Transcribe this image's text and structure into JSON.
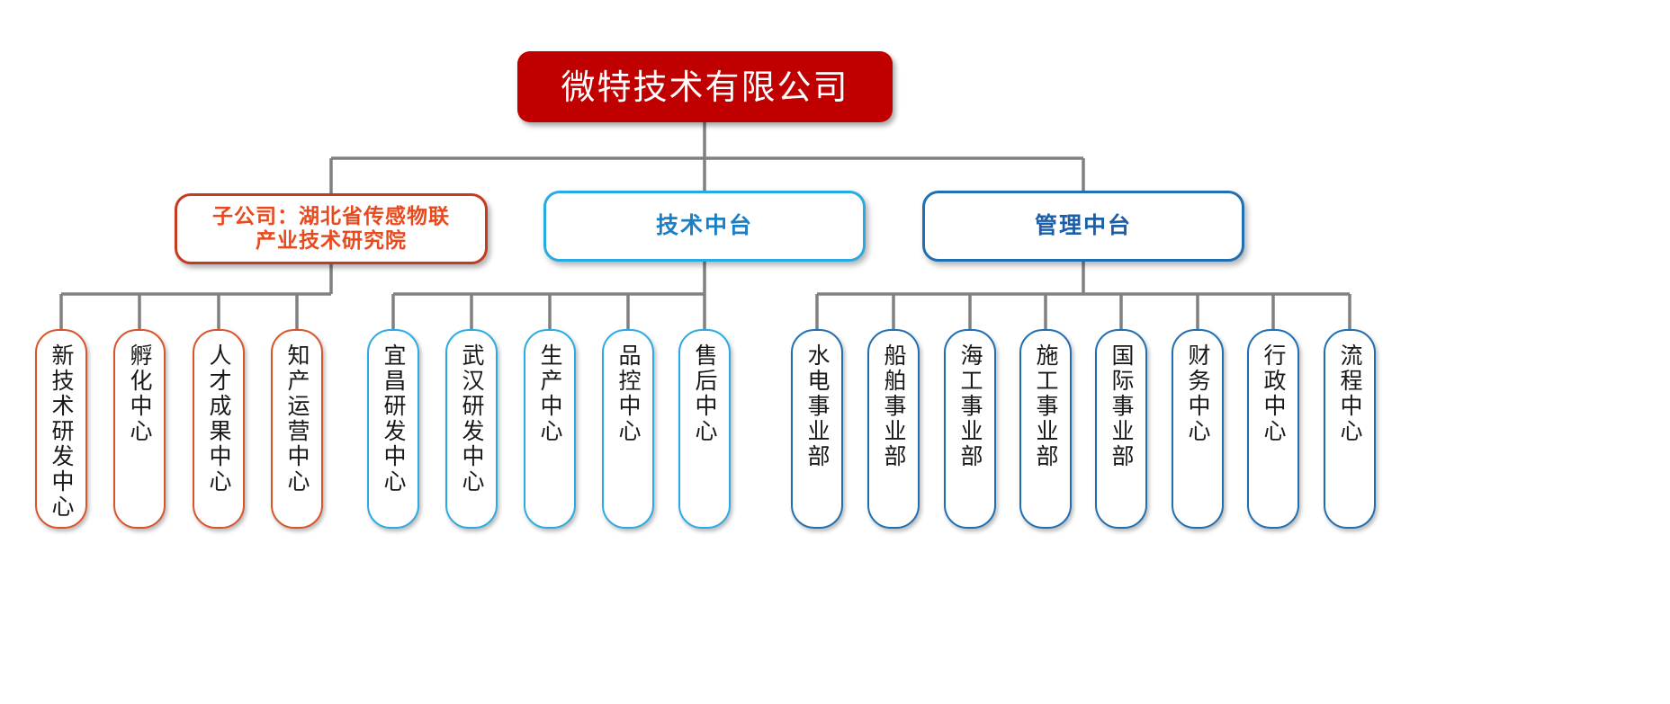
{
  "colors": {
    "root_fill": "#C00000",
    "root_text": "#FFFFFF",
    "subsidiary_border": "#C43B20",
    "subsidiary_text": "#E8491D",
    "tech_border": "#27ABE2",
    "tech_text": "#1C7FC4",
    "mgmt_border": "#1F6FB2",
    "mgmt_text": "#1C5FA8",
    "leaf_orange_border": "#D9542A",
    "leaf_cyan_border": "#2BABE3",
    "leaf_blue_border": "#1F6FB2",
    "connector": "#808080",
    "leaf_text": "#181818",
    "background": "#FFFFFF"
  },
  "chart_data": {
    "type": "diagram",
    "title": "微特技术有限公司组织架构图",
    "orientation": "top-down-tree",
    "levels": 3
  },
  "root": {
    "label": "微特技术有限公司"
  },
  "level2": [
    {
      "id": "subsidiary",
      "label": "子公司：湖北省传感物联\n产业技术研究院",
      "accent": "#C43B20"
    },
    {
      "id": "tech-center",
      "label": "技术中台",
      "accent": "#27ABE2"
    },
    {
      "id": "mgmt-center",
      "label": "管理中台",
      "accent": "#1F6FB2"
    }
  ],
  "groups": {
    "subsidiary_children": [
      {
        "label": "新技术研发中心"
      },
      {
        "label": "孵化中心"
      },
      {
        "label": "人才成果中心"
      },
      {
        "label": "知产运营中心"
      }
    ],
    "tech_children": [
      {
        "label": "宜昌研发中心"
      },
      {
        "label": "武汉研发中心"
      },
      {
        "label": "生产中心"
      },
      {
        "label": "品控中心"
      },
      {
        "label": "售后中心"
      }
    ],
    "mgmt_children": [
      {
        "label": "水电事业部"
      },
      {
        "label": "船舶事业部"
      },
      {
        "label": "海工事业部"
      },
      {
        "label": "施工事业部"
      },
      {
        "label": "国际事业部"
      },
      {
        "label": "财务中心"
      },
      {
        "label": "行政中心"
      },
      {
        "label": "流程中心"
      }
    ]
  }
}
